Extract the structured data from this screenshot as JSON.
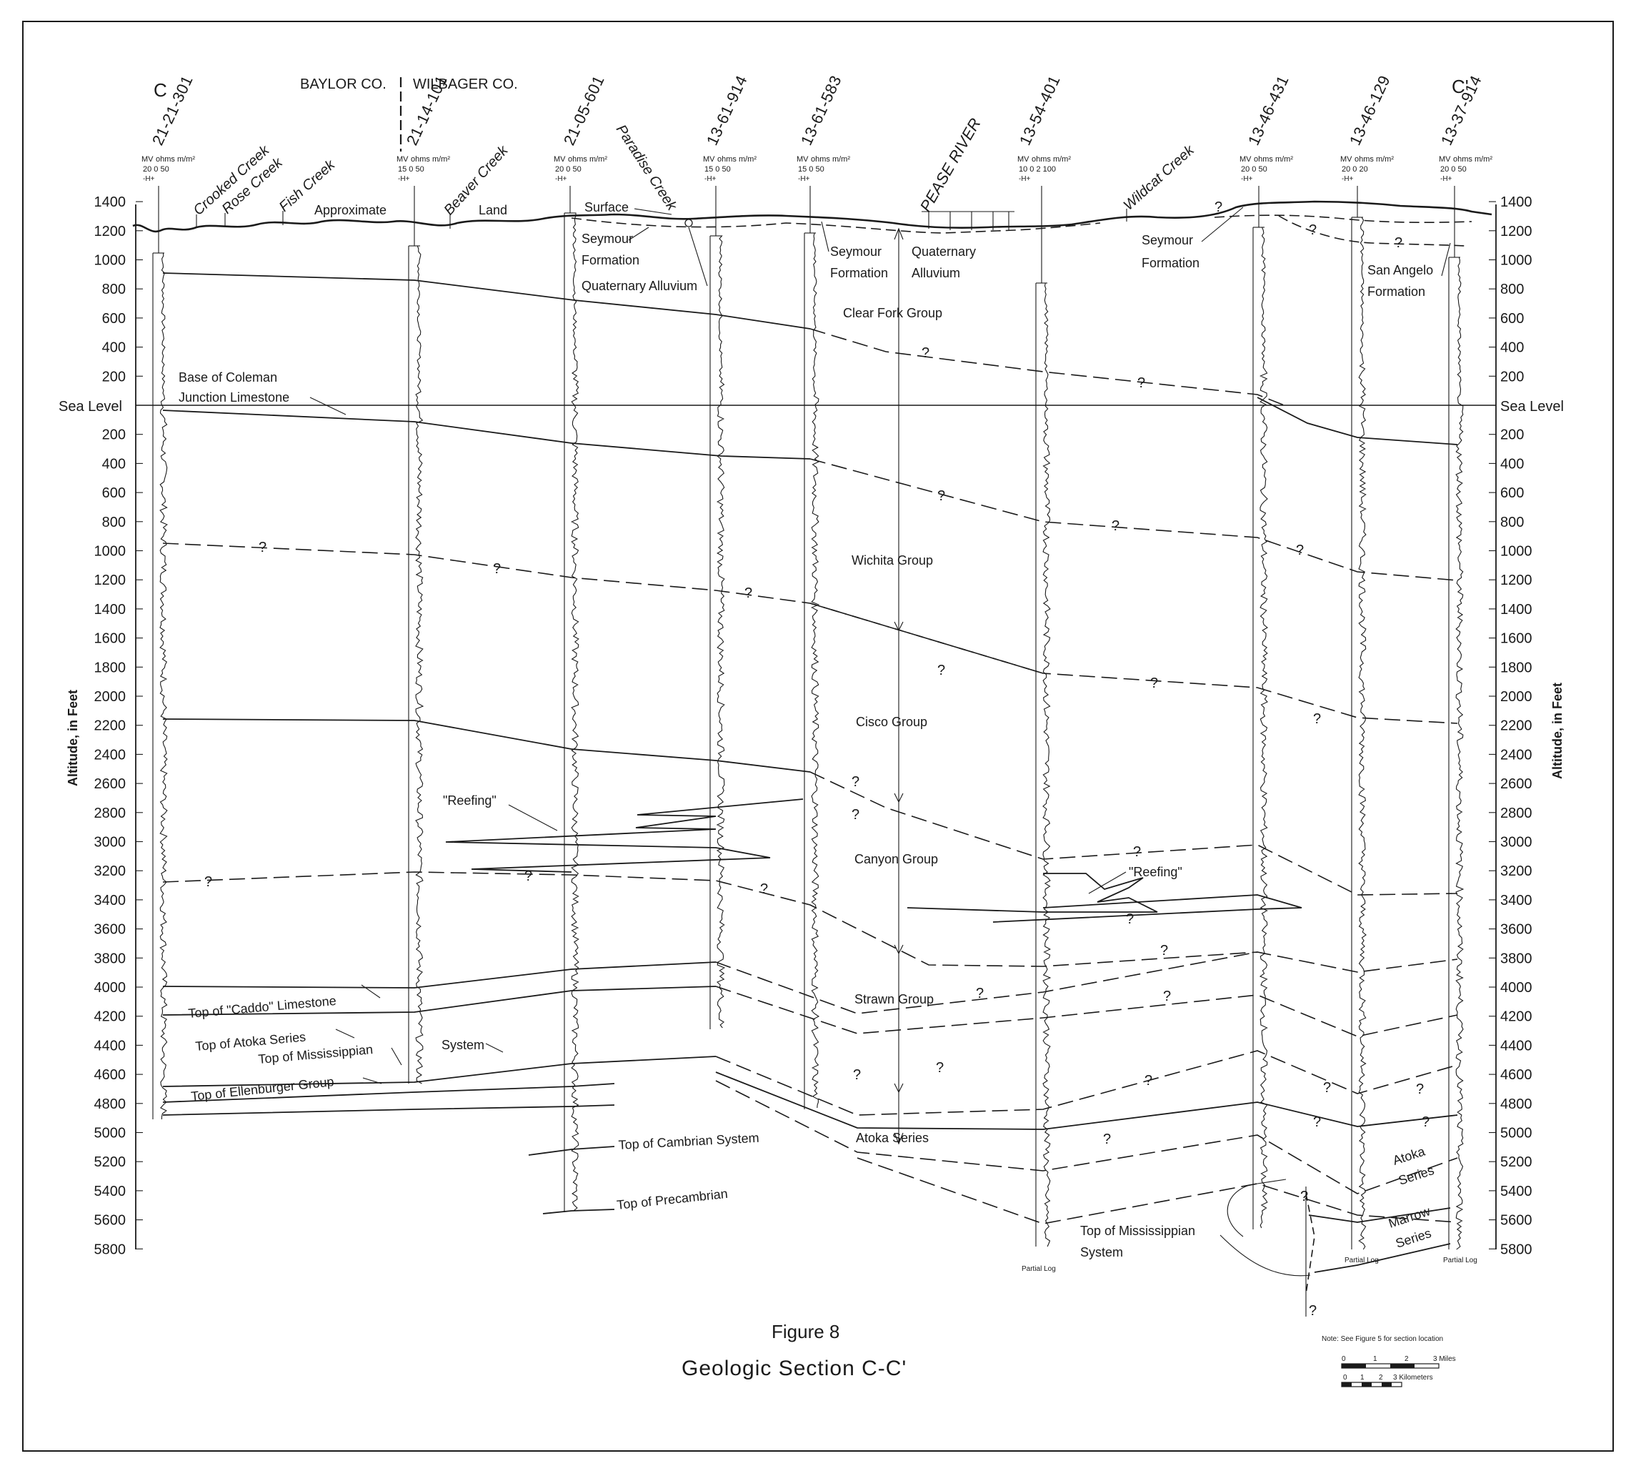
{
  "header": {
    "section_start": "C",
    "section_end": "C'",
    "county_left": "BAYLOR CO.",
    "county_right": "WILBAGER CO."
  },
  "wells": [
    {
      "id": "21-21-301",
      "mv_label": "MV",
      "ohms_label": "ohms m/m²",
      "scale": "20  0   50",
      "polarity": "-H+"
    },
    {
      "id": "21-14-101",
      "mv_label": "MV",
      "ohms_label": "ohms m/m²",
      "scale": "15  0   50",
      "polarity": "-H+"
    },
    {
      "id": "21-05-601",
      "mv_label": "MV",
      "ohms_label": "ohms m/m²",
      "scale": "20  0   50",
      "polarity": "-H+"
    },
    {
      "id": "13-61-914",
      "mv_label": "MV",
      "ohms_label": "ohms m/m²",
      "scale": "15  0   50",
      "polarity": "-H+"
    },
    {
      "id": "13-61-583",
      "mv_label": "MV",
      "ohms_label": "ohms m/m²",
      "scale": "15  0   50",
      "polarity": "-H+"
    },
    {
      "id": "13-54-401",
      "mv_label": "MV",
      "ohms_label": "ohms m/m²",
      "scale": "10 0 2  100",
      "polarity": "-H+"
    },
    {
      "id": "13-46-431",
      "mv_label": "MV",
      "ohms_label": "ohms m/m²",
      "scale": "20  0   50",
      "polarity": "-H+"
    },
    {
      "id": "13-46-129",
      "mv_label": "MV",
      "ohms_label": "ohms m/m²",
      "scale": "20  0   20",
      "polarity": "-H+"
    },
    {
      "id": "13-37-914",
      "mv_label": "MV",
      "ohms_label": "ohms m/m²",
      "scale": "20  0   50",
      "polarity": "-H+"
    }
  ],
  "streams": [
    "Crooked Creek",
    "Rose Creek",
    "Fish Creek",
    "Beaver Creek",
    "Paradise Creek",
    "PEASE RIVER",
    "Wildcat Creek"
  ],
  "axis": {
    "left_title": "Altitude, in Feet",
    "right_title": "Altitude, in Feet",
    "sea_level": "Sea Level",
    "ticks_above": [
      "1400",
      "1200",
      "1000",
      "800",
      "600",
      "400",
      "200"
    ],
    "ticks_below": [
      "200",
      "400",
      "600",
      "800",
      "1000",
      "1200",
      "1400",
      "1600",
      "1800",
      "2000",
      "2200",
      "2400",
      "2600",
      "2800",
      "3000",
      "3200",
      "3400",
      "3600",
      "3800",
      "4000",
      "4200",
      "4400",
      "4600",
      "4800",
      "5000",
      "5200",
      "5400",
      "5600",
      "5800"
    ]
  },
  "labels": {
    "approx": "Approximate",
    "land": "Land",
    "surface": "Surface",
    "seymour_1": "Seymour",
    "formation": "Formation",
    "quaternary_alluvium": "Quaternary Alluvium",
    "quaternary": "Quaternary",
    "alluvium": "Alluvium",
    "san_angelo": "San Angelo",
    "clear_fork": "Clear Fork Group",
    "base_coleman_1": "Base of Coleman",
    "base_coleman_2": "Junction Limestone",
    "wichita": "Wichita Group",
    "cisco": "Cisco Group",
    "reefing": "\"Reefing\"",
    "canyon": "Canyon Group",
    "strawn": "Strawn Group",
    "atoka_series": "Atoka Series",
    "top_caddo": "Top of \"Caddo\" Limestone",
    "top_atoka": "Top of Atoka Series",
    "top_miss": "Top of Mississippian",
    "system": "System",
    "top_ellenburger": "Top of Ellenburger Group",
    "top_cambrian": "Top of Cambrian System",
    "top_precambrian": "Top of Precambrian",
    "top_miss_system_1": "Top of Mississippian",
    "top_miss_system_2": "System",
    "atoka": "Atoka",
    "series": "Series",
    "marrow": "Marrow",
    "partial_log": "Partial Log",
    "question": "?"
  },
  "footer": {
    "figure": "Figure 8",
    "title": "Geologic Section C-C'",
    "note": "Note:  See Figure 5 for section location",
    "scale_miles": "3 Miles",
    "scale_km": "3 Kilometers",
    "scale_ticks_miles": [
      "0",
      "1",
      "2"
    ],
    "scale_ticks_km": [
      "0",
      "1",
      "2"
    ]
  }
}
